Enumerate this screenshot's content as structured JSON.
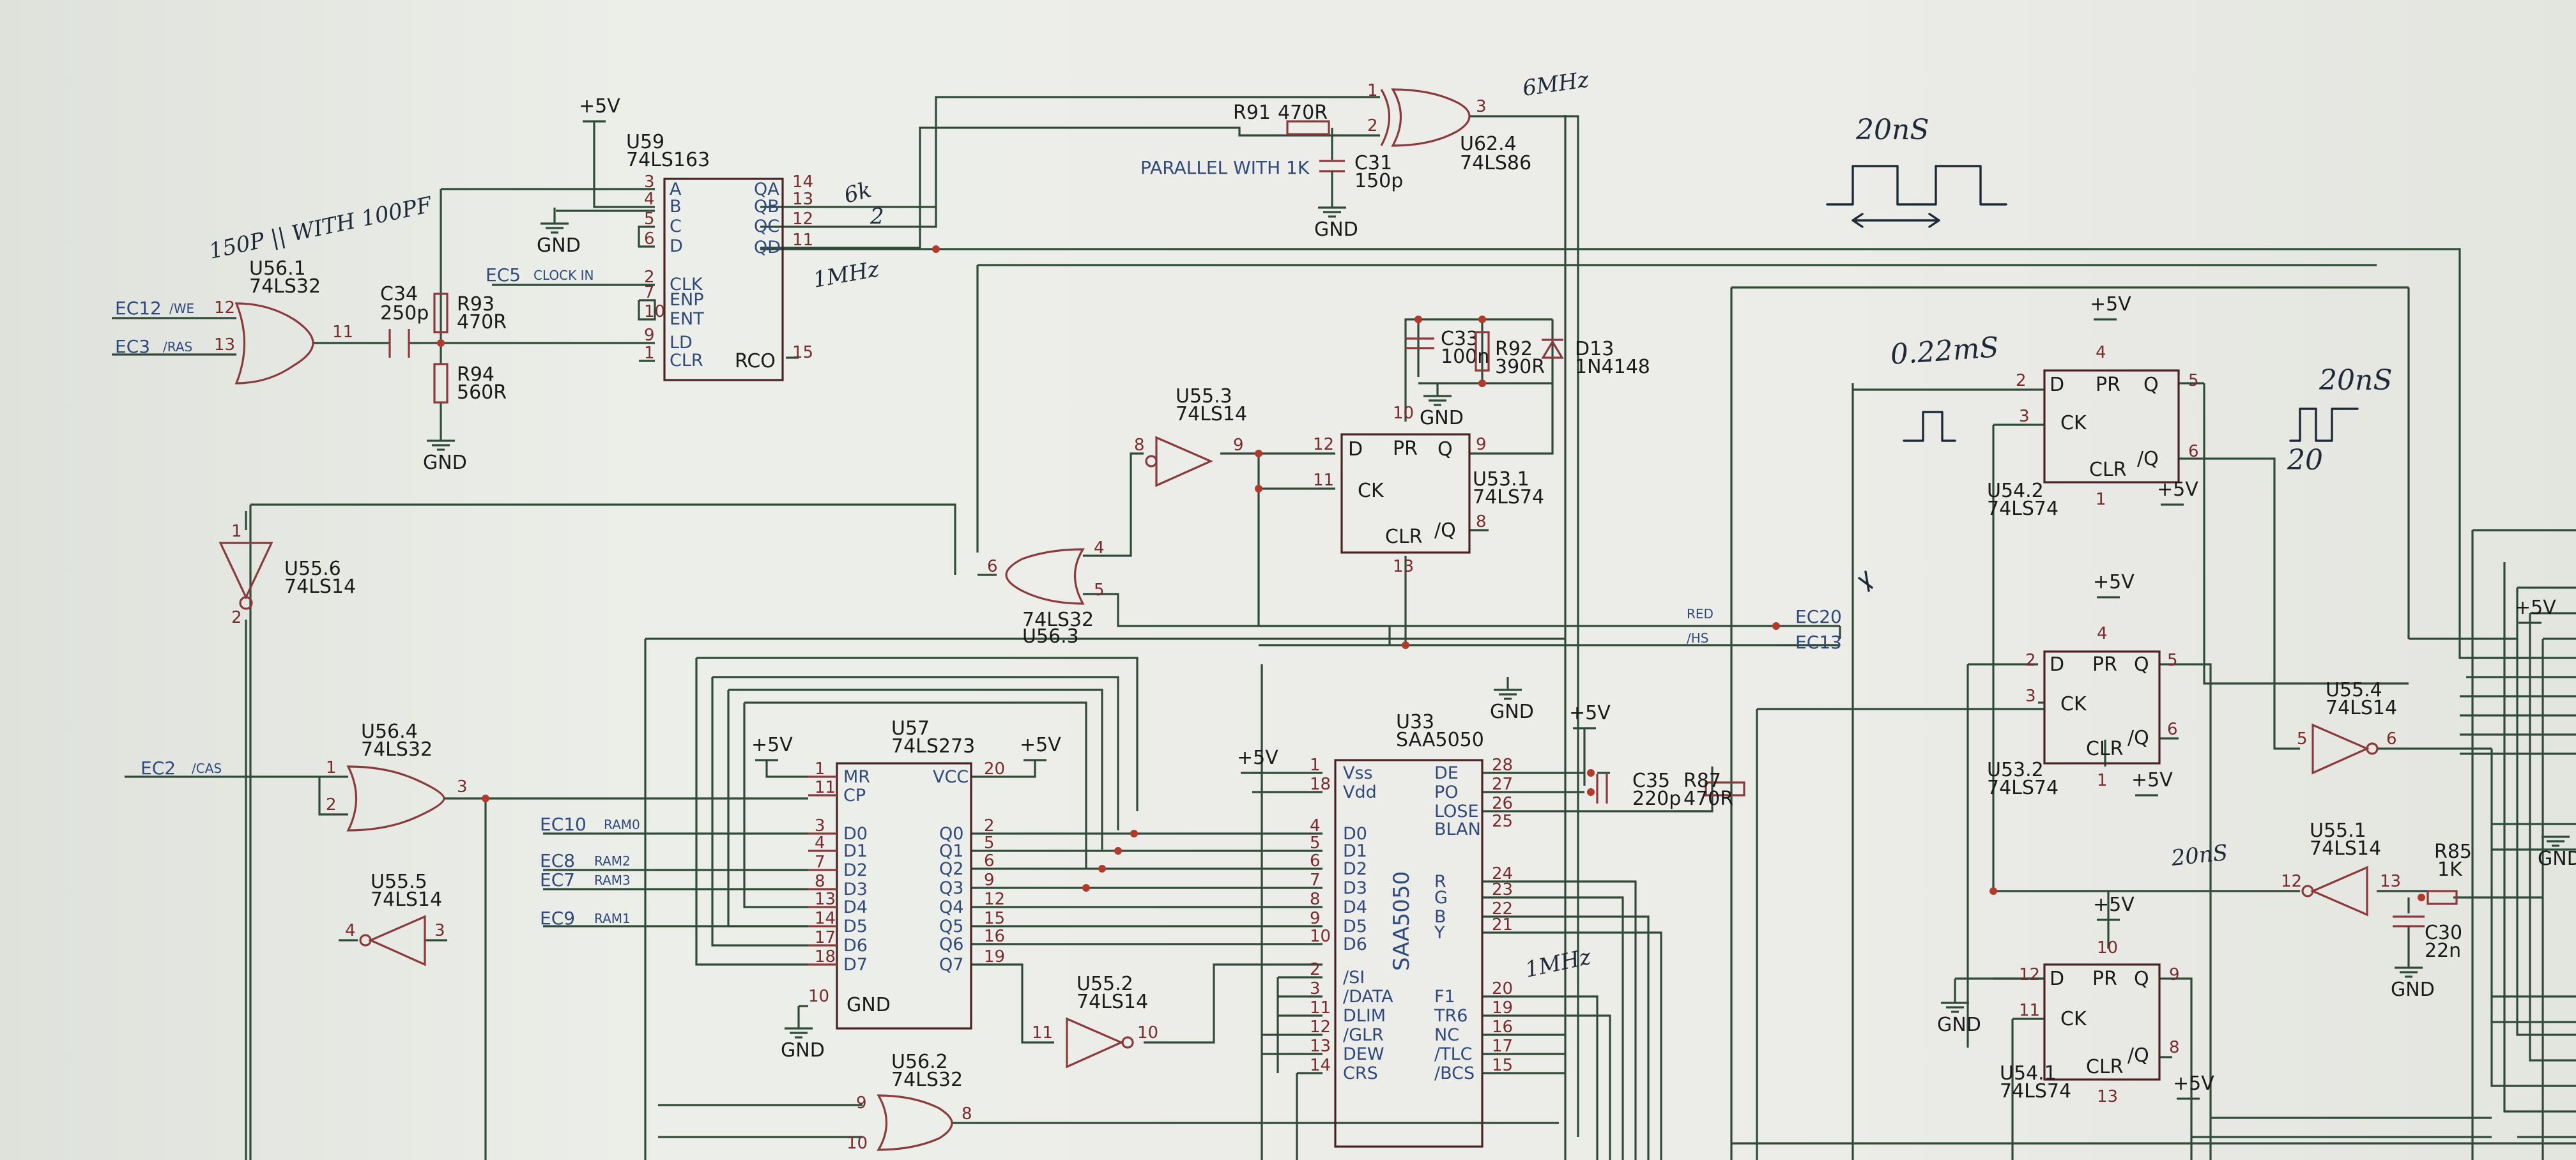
{
  "power": {
    "vcc": "+5V",
    "gnd": "GND"
  },
  "chips": {
    "u59": {
      "ref": "U59",
      "type": "74LS163",
      "pins_left": [
        "A",
        "B",
        "C",
        "D",
        "CLK",
        "ENP",
        "ENT",
        "LD",
        "CLR"
      ],
      "pins_right": [
        "QA",
        "QB",
        "QC",
        "QD",
        "RCO"
      ],
      "nums_left": [
        "3",
        "4",
        "5",
        "6",
        "2",
        "7",
        "10",
        "9",
        "1"
      ],
      "nums_right": [
        "14",
        "13",
        "12",
        "11",
        "15"
      ]
    },
    "u57": {
      "ref": "U57",
      "type": "74LS273",
      "pins_left": [
        "MR",
        "CP",
        "D0",
        "D1",
        "D2",
        "D3",
        "D4",
        "D5",
        "D6",
        "D7"
      ],
      "pins_right": [
        "VCC",
        "Q0",
        "Q1",
        "Q2",
        "Q3",
        "Q4",
        "Q5",
        "Q6",
        "Q7"
      ],
      "gnd_pin": "GND",
      "nums_left": [
        "1",
        "11",
        "3",
        "4",
        "7",
        "8",
        "13",
        "14",
        "17",
        "18"
      ],
      "nums_right": [
        "20",
        "2",
        "5",
        "6",
        "9",
        "12",
        "15",
        "16",
        "19"
      ],
      "pin10": "10"
    },
    "u33": {
      "ref": "U33",
      "type": "SAA5050",
      "body": "SAA5050",
      "pins_left": [
        "Vss",
        "Vdd",
        "D0",
        "D1",
        "D2",
        "D3",
        "D4",
        "D5",
        "D6",
        "/SI",
        "/DATA",
        "DLIM",
        "/GLR",
        "DEW",
        "CRS"
      ],
      "pins_right": [
        "DE",
        "PO",
        "LOSE",
        "BLAN",
        "R",
        "G",
        "B",
        "Y",
        "F1",
        "TR6",
        "NC",
        "/TLC",
        "/BCS"
      ],
      "nums_left": [
        "1",
        "18",
        "4",
        "5",
        "6",
        "7",
        "8",
        "9",
        "10",
        "2",
        "3",
        "11",
        "12",
        "13",
        "14"
      ],
      "nums_right": [
        "28",
        "27",
        "26",
        "25",
        "24",
        "23",
        "22",
        "21",
        "20",
        "19",
        "16",
        "17",
        "15"
      ]
    },
    "u53_1": {
      "ref": "U53.1",
      "type": "74LS74",
      "d": "D",
      "ck": "CK",
      "pr": "PR",
      "clr": "CLR",
      "q": "Q",
      "qn": "/Q",
      "n_d": "12",
      "n_ck": "11",
      "n_pr": "10",
      "n_clr": "13",
      "n_q": "9",
      "n_qn": "8"
    },
    "u54_2": {
      "ref": "U54.2",
      "type": "74LS74",
      "d": "D",
      "ck": "CK",
      "pr": "PR",
      "clr": "CLR",
      "q": "Q",
      "qn": "/Q",
      "n_d": "2",
      "n_ck": "3",
      "n_pr": "4",
      "n_clr": "1",
      "n_q": "5",
      "n_qn": "6"
    },
    "u53_2": {
      "ref": "U53.2",
      "type": "74LS74",
      "d": "D",
      "ck": "CK",
      "pr": "PR",
      "clr": "CLR",
      "q": "Q",
      "qn": "/Q",
      "n_d": "2",
      "n_ck": "3",
      "n_pr": "4",
      "n_clr": "1",
      "n_q": "5",
      "n_qn": "6"
    },
    "u54_1": {
      "ref": "U54.1",
      "type": "74LS74",
      "d": "D",
      "ck": "CK",
      "pr": "PR",
      "clr": "CLR",
      "q": "Q",
      "qn": "/Q",
      "n_d": "12",
      "n_ck": "11",
      "n_pr": "10",
      "n_clr": "13",
      "n_q": "9",
      "n_qn": "8"
    }
  },
  "gates": {
    "u56_1": {
      "ref": "U56.1",
      "type": "74LS32",
      "in_a": "12",
      "in_b": "13",
      "out": "11"
    },
    "u56_3": {
      "ref": "U56.3",
      "type": "74LS32",
      "in_a": "4",
      "in_b": "5",
      "out": "6"
    },
    "u56_4": {
      "ref": "U56.4",
      "type": "74LS32",
      "in_a": "1",
      "in_b": "2",
      "out": "3"
    },
    "u56_2": {
      "ref": "U56.2",
      "type": "74LS32",
      "in_a": "9",
      "in_b": "10",
      "out": "8"
    },
    "u62_4": {
      "ref": "U62.4",
      "type": "74LS86",
      "in_a": "1",
      "in_b": "2",
      "out": "3"
    },
    "u55_6": {
      "ref": "U55.6",
      "type": "74LS14",
      "in": "1",
      "out": "2"
    },
    "u55_3": {
      "ref": "U55.3",
      "type": "74LS14",
      "in": "8",
      "out": "9"
    },
    "u55_5": {
      "ref": "U55.5",
      "type": "74LS14",
      "in": "4",
      "out": "3"
    },
    "u55_2": {
      "ref": "U55.2",
      "type": "74LS14",
      "in": "11",
      "out": "10"
    },
    "u55_4": {
      "ref": "U55.4",
      "type": "74LS14",
      "in": "5",
      "out": "6"
    },
    "u55_1": {
      "ref": "U55.1",
      "type": "74LS14",
      "in": "12",
      "out": "13"
    }
  },
  "passives": {
    "c34": {
      "ref": "C34",
      "value": "250p"
    },
    "r93": {
      "ref": "R93",
      "value": "470R"
    },
    "r94": {
      "ref": "R94",
      "value": "560R"
    },
    "r91": {
      "ref": "R91",
      "value": "470R"
    },
    "c31": {
      "ref": "C31",
      "value": "150p"
    },
    "c33": {
      "ref": "C33",
      "value": "100n"
    },
    "r92": {
      "ref": "R92",
      "value": "390R"
    },
    "d13": {
      "ref": "D13",
      "value": "1N4148"
    },
    "c35": {
      "ref": "C35",
      "value": "220p"
    },
    "r87": {
      "ref": "R87",
      "value": "470R"
    },
    "r85": {
      "ref": "R85",
      "value": "1K"
    },
    "c30": {
      "ref": "C30",
      "value": "22n"
    }
  },
  "nets": {
    "ec12": "EC12",
    "we": "/WE",
    "ec3": "EC3",
    "ras": "/RAS",
    "ec5": "EC5",
    "clockin": "CLOCK IN",
    "ec2": "EC2",
    "cas": "/CAS",
    "ec10": "EC10",
    "ram0": "RAM0",
    "ec8": "EC8",
    "ram2": "RAM2",
    "ec7": "EC7",
    "ram3": "RAM3",
    "ec9": "EC9",
    "ram1": "RAM1",
    "ec20": "EC20",
    "red": "RED",
    "ec13": "EC13",
    "hs": "/HS"
  },
  "notes": {
    "parallel": "PARALLEL WITH 1K"
  },
  "handwriting": {
    "c34_note": "150P || WITH 100PF",
    "qa_note": "6k",
    "qb_note": "2",
    "mhz6": "6MHz",
    "mhz1a": "1MHz",
    "mhz1b": "1MHz",
    "ns20a": "20nS",
    "ns22": "0.22mS",
    "ns20b": "20nS",
    "ns20c": "20",
    "ns20d": "20nS"
  }
}
